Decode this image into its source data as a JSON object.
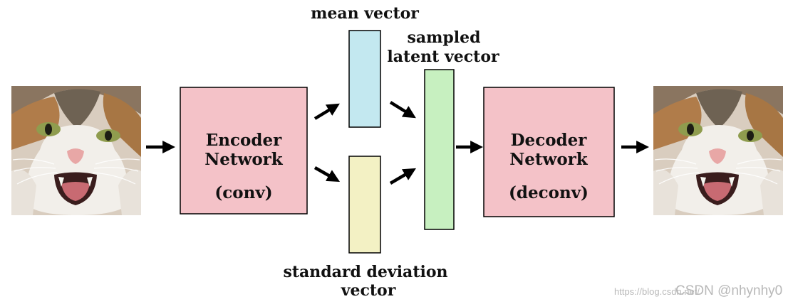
{
  "labels": {
    "mean_vector": "mean vector",
    "sampled_line1": "sampled",
    "sampled_line2": "latent vector",
    "std_line1": "standard deviation",
    "std_line2": "vector"
  },
  "encoder": {
    "line1": "Encoder",
    "line2": "Network",
    "line3": "(conv)"
  },
  "decoder": {
    "line1": "Decoder",
    "line2": "Network",
    "line3": "(deconv)"
  },
  "watermark": {
    "url": "https://blog.csdn.net/",
    "brand": "CSDN @nhynhy0"
  },
  "colors": {
    "network_box": "#f4c2c8",
    "mean_box": "#c3e8f0",
    "std_box": "#f3f1c4",
    "latent_box": "#c7f0c0",
    "arrow": "#000000"
  },
  "icons": {
    "input_image": "cat-face-image",
    "output_image": "cat-face-image"
  }
}
